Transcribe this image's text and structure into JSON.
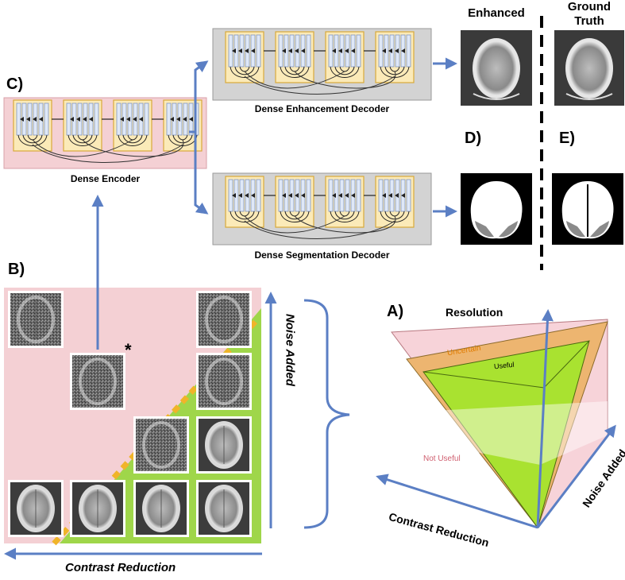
{
  "panels": {
    "a": "A)",
    "b": "B)",
    "c": "C)",
    "d": "D)",
    "e": "E)"
  },
  "network": {
    "encoder": "Dense Encoder",
    "enhancement_decoder": "Dense Enhancement Decoder",
    "segmentation_decoder": "Dense Segmentation Decoder"
  },
  "outputs": {
    "enhanced": "Enhanced",
    "ground_truth": "Ground Truth"
  },
  "grid": {
    "noise_axis": "Noise Added",
    "contrast_axis": "Contrast Reduction",
    "selected_marker": "*"
  },
  "pyramid": {
    "resolution": "Resolution",
    "noise_axis": "Noise Added",
    "contrast_axis": "Contrast Reduction",
    "uncertain": "Uncertain",
    "useful": "Useful",
    "not_useful": "Not Useful"
  },
  "colors": {
    "pink": "#f4d0d4",
    "grey": "#d3d3d3",
    "green": "#9fd64a",
    "yellow": "#f0b429",
    "blue": "#5b7fc4",
    "orange_text": "#e07b00"
  }
}
